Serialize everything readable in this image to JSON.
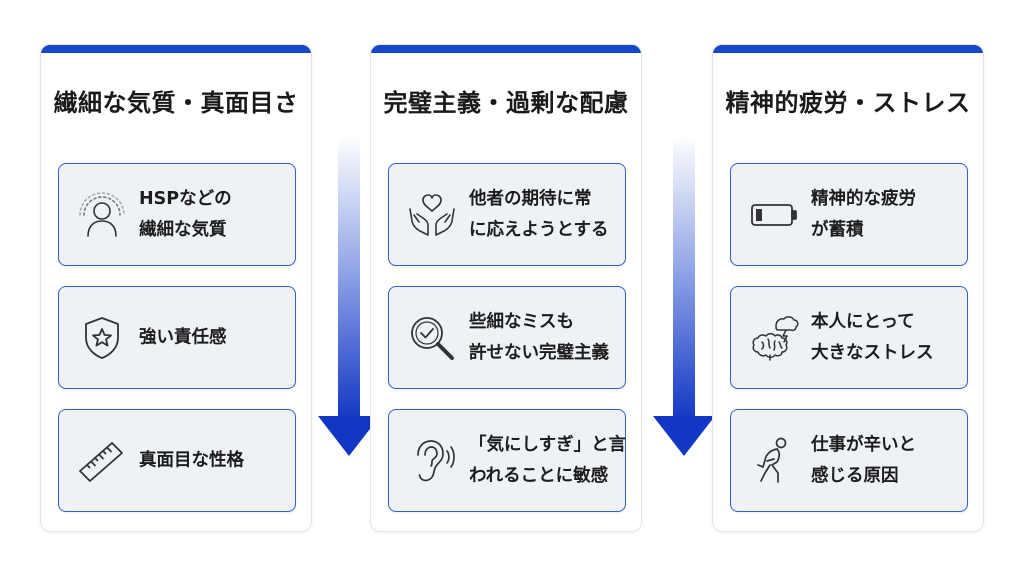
{
  "columns": [
    {
      "title": "繊細な気質・真面目さ",
      "cards": [
        {
          "icon": "person-aura-icon",
          "lines": [
            "HSPなどの",
            "繊細な気質"
          ]
        },
        {
          "icon": "shield-star-icon",
          "lines": [
            "強い責任感"
          ]
        },
        {
          "icon": "ruler-icon",
          "lines": [
            "真面目な性格"
          ]
        }
      ]
    },
    {
      "title": "完璧主義・過剰な配慮",
      "cards": [
        {
          "icon": "hands-heart-icon",
          "lines": [
            "他者の期待に常",
            "に応えようとする"
          ]
        },
        {
          "icon": "magnifier-check-icon",
          "lines": [
            "些細なミスも",
            "許せない完璧主義"
          ]
        },
        {
          "icon": "ear-sound-icon",
          "lines": [
            "「気にしすぎ」と言",
            "われることに敏感"
          ]
        }
      ]
    },
    {
      "title": "精神的疲労・ストレス",
      "cards": [
        {
          "icon": "low-battery-icon",
          "lines": [
            "精神的な疲労",
            "が蓄積"
          ]
        },
        {
          "icon": "brain-storm-icon",
          "lines": [
            "本人にとって",
            "大きなストレス"
          ]
        },
        {
          "icon": "tired-person-icon",
          "lines": [
            "仕事が辛いと",
            "感じる原因"
          ]
        }
      ]
    }
  ],
  "colors": {
    "accent": "#1747c9",
    "card_bg": "#eef1f6",
    "card_border": "#3560c6"
  }
}
